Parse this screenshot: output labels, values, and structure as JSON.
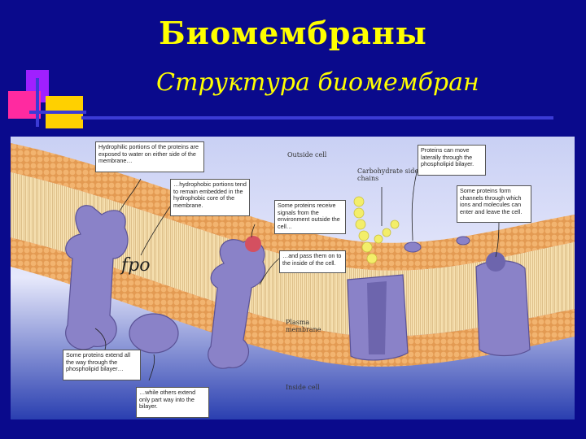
{
  "header": {
    "title": "Биомембраны",
    "subtitle": "Структура биомембран"
  },
  "colors": {
    "background": "#0a0a8c",
    "title_text": "#ffff00",
    "membrane": "#e8a060",
    "protein": "#8a82c8"
  },
  "figure": {
    "region_labels": {
      "outside": "Outside cell",
      "inside": "Inside cell",
      "carbohydrate": "Carbohydrate side chains",
      "plasma": "Plasma membrane"
    },
    "watermark": "fpo",
    "callouts": {
      "hydrophilic": "Hydrophilic portions of the proteins are exposed to water on either side of the membrane…",
      "hydrophobic": "…hydrophobic portions tend to remain embedded in the hydrophobic core of the membrane.",
      "receive_signals": "Some proteins receive signals from the environment outside the cell…",
      "pass_signals": "…and pass them on to the inside of the cell.",
      "move_laterally": "Proteins can move laterally through the phospholipid bilayer.",
      "form_channels": "Some proteins form channels through which ions and molecules can enter and leave the cell.",
      "extend_all_way": "Some proteins extend all the way through the phospholipid bilayer…",
      "extend_part_way": "…while others extend only part way into the bilayer."
    }
  }
}
